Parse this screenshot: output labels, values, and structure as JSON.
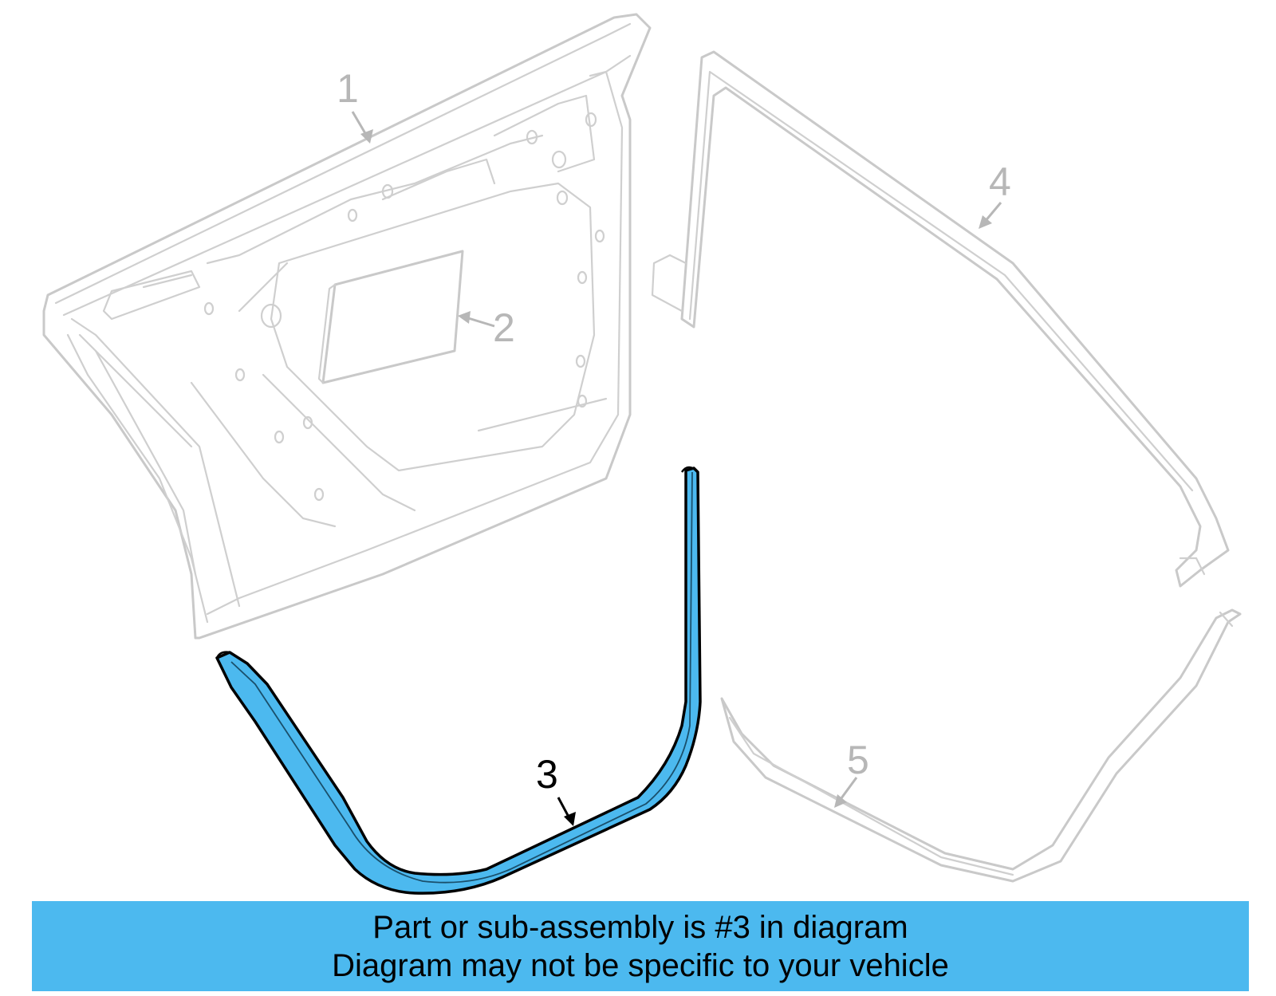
{
  "callouts": [
    {
      "id": "1",
      "label": "1"
    },
    {
      "id": "2",
      "label": "2"
    },
    {
      "id": "3",
      "label": "3"
    },
    {
      "id": "4",
      "label": "4"
    },
    {
      "id": "5",
      "label": "5"
    }
  ],
  "highlighted_part": "3",
  "colors": {
    "highlight_fill": "#4cb9ef",
    "ghost_stroke": "#c9c9c9",
    "banner_background": "#4cb9ef"
  },
  "banner": {
    "line1": "Part or sub-assembly is #3 in diagram",
    "line2": "Diagram may not be specific to your vehicle"
  }
}
